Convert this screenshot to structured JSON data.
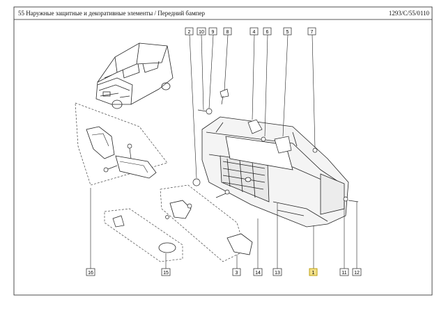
{
  "header": {
    "section_title": "55 Наружные защитные и декоративные элементы / Передний бампер",
    "code": "1293/C/55/0110"
  },
  "callouts": [
    "2",
    "10",
    "9",
    "8",
    "4",
    "6",
    "5",
    "7",
    "16",
    "15",
    "3",
    "14",
    "13",
    "1",
    "11",
    "12"
  ],
  "colors": {
    "line": "#222222",
    "dashed": "#444444",
    "highlight_box": "#f2e08a",
    "highlight_border": "#b99a00"
  }
}
